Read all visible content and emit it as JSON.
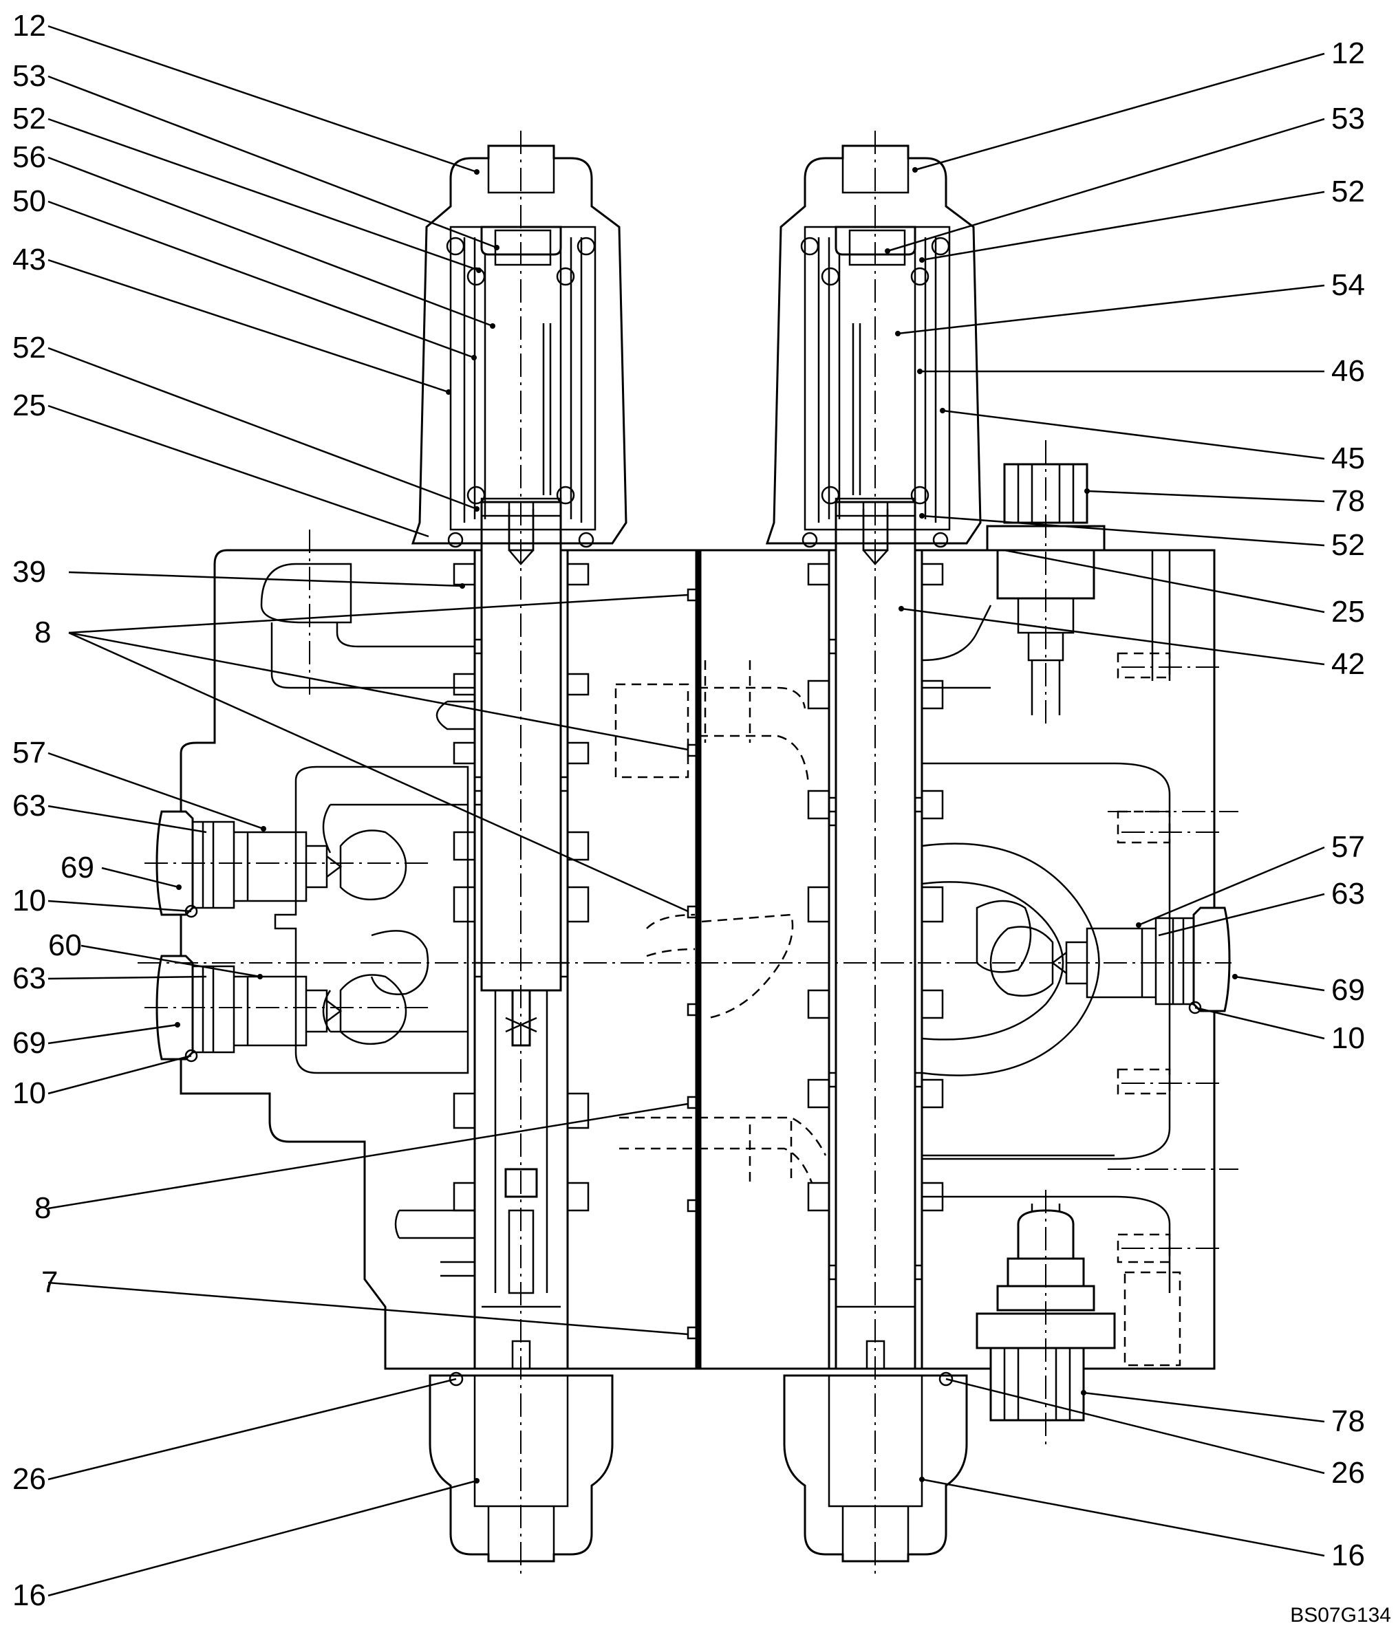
{
  "drawing_code": "BS07G134",
  "callouts_left": [
    {
      "id": "l12",
      "text": "12"
    },
    {
      "id": "l53",
      "text": "53"
    },
    {
      "id": "l52a",
      "text": "52"
    },
    {
      "id": "l56",
      "text": "56"
    },
    {
      "id": "l50",
      "text": "50"
    },
    {
      "id": "l43",
      "text": "43"
    },
    {
      "id": "l52b",
      "text": "52"
    },
    {
      "id": "l25",
      "text": "25"
    },
    {
      "id": "l39",
      "text": "39"
    },
    {
      "id": "l8a",
      "text": "8"
    },
    {
      "id": "l57",
      "text": "57"
    },
    {
      "id": "l63a",
      "text": "63"
    },
    {
      "id": "l69a",
      "text": "69"
    },
    {
      "id": "l10a",
      "text": "10"
    },
    {
      "id": "l60",
      "text": "60"
    },
    {
      "id": "l63b",
      "text": "63"
    },
    {
      "id": "l69b",
      "text": "69"
    },
    {
      "id": "l10b",
      "text": "10"
    },
    {
      "id": "l8b",
      "text": "8"
    },
    {
      "id": "l7",
      "text": "7"
    },
    {
      "id": "l26",
      "text": "26"
    },
    {
      "id": "l16",
      "text": "16"
    }
  ],
  "callouts_right": [
    {
      "id": "r12",
      "text": "12"
    },
    {
      "id": "r53",
      "text": "53"
    },
    {
      "id": "r52a",
      "text": "52"
    },
    {
      "id": "r54",
      "text": "54"
    },
    {
      "id": "r46",
      "text": "46"
    },
    {
      "id": "r45",
      "text": "45"
    },
    {
      "id": "r78a",
      "text": "78"
    },
    {
      "id": "r52b",
      "text": "52"
    },
    {
      "id": "r25",
      "text": "25"
    },
    {
      "id": "r42",
      "text": "42"
    },
    {
      "id": "r57",
      "text": "57"
    },
    {
      "id": "r63",
      "text": "63"
    },
    {
      "id": "r69",
      "text": "69"
    },
    {
      "id": "r10",
      "text": "10"
    },
    {
      "id": "r78b",
      "text": "78"
    },
    {
      "id": "r26",
      "text": "26"
    },
    {
      "id": "r16",
      "text": "16"
    }
  ]
}
